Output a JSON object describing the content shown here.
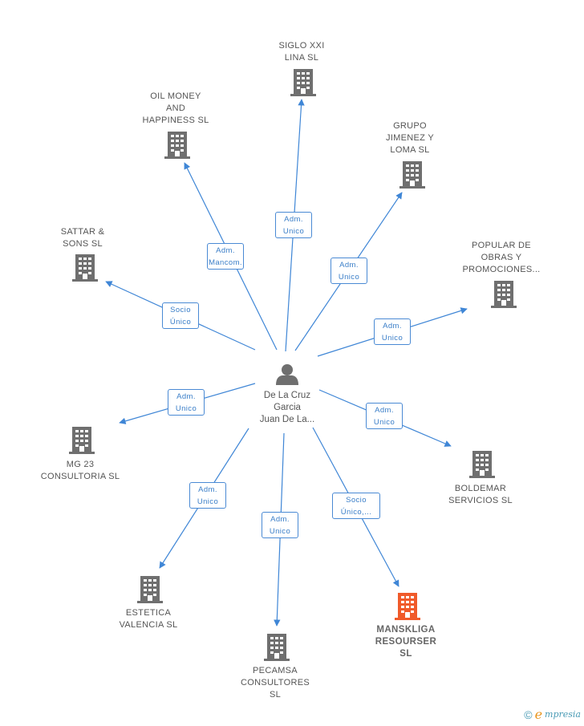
{
  "center": {
    "name_lines": [
      "De La Cruz",
      "Garcia",
      "Juan De La..."
    ],
    "icon": "person-icon"
  },
  "companies": [
    {
      "id": "siglo",
      "lines": [
        "SIGLO XXI",
        "LINA SL"
      ],
      "relation_lines": [
        "Adm.",
        "Unico"
      ],
      "highlighted": false
    },
    {
      "id": "oil",
      "lines": [
        "OIL MONEY",
        "AND",
        "HAPPINESS  SL"
      ],
      "relation_lines": [
        "Adm.",
        "Mancom."
      ],
      "highlighted": false
    },
    {
      "id": "grupo",
      "lines": [
        "GRUPO",
        "JIMENEZ Y",
        "LOMA  SL"
      ],
      "relation_lines": [
        "Adm.",
        "Unico"
      ],
      "highlighted": false
    },
    {
      "id": "sattar",
      "lines": [
        "SATTAR &",
        "SONS  SL"
      ],
      "relation_lines": [
        "Socio",
        "Único"
      ],
      "highlighted": false
    },
    {
      "id": "popular",
      "lines": [
        "POPULAR DE",
        "OBRAS Y",
        "PROMOCIONES..."
      ],
      "relation_lines": [
        "Adm.",
        "Unico"
      ],
      "highlighted": false
    },
    {
      "id": "mg23",
      "lines": [
        "MG 23",
        "CONSULTORIA SL"
      ],
      "relation_lines": [
        "Adm.",
        "Unico"
      ],
      "highlighted": false
    },
    {
      "id": "boldemar",
      "lines": [
        "BOLDEMAR",
        "SERVICIOS SL"
      ],
      "relation_lines": [
        "Adm.",
        "Unico"
      ],
      "highlighted": false
    },
    {
      "id": "estetica",
      "lines": [
        "ESTETICA",
        "VALENCIA  SL"
      ],
      "relation_lines": [
        "Adm.",
        "Unico"
      ],
      "highlighted": false
    },
    {
      "id": "pecamsa",
      "lines": [
        "PECAMSA",
        "CONSULTORES",
        "SL"
      ],
      "relation_lines": [
        "Adm.",
        "Unico"
      ],
      "highlighted": false
    },
    {
      "id": "manskliga",
      "lines": [
        "MANSKLIGA",
        "RESOURSER",
        "SL"
      ],
      "relation_lines": [
        "Socio",
        "Único,..."
      ],
      "highlighted": true
    }
  ],
  "colors": {
    "edge": "#3f86d6",
    "building": "#6f6f6f",
    "building_highlight": "#f05a2a",
    "person": "#6f6f6f"
  },
  "footer": {
    "copyright": "©",
    "brand_first": "e",
    "brand_rest": "mpresia"
  }
}
